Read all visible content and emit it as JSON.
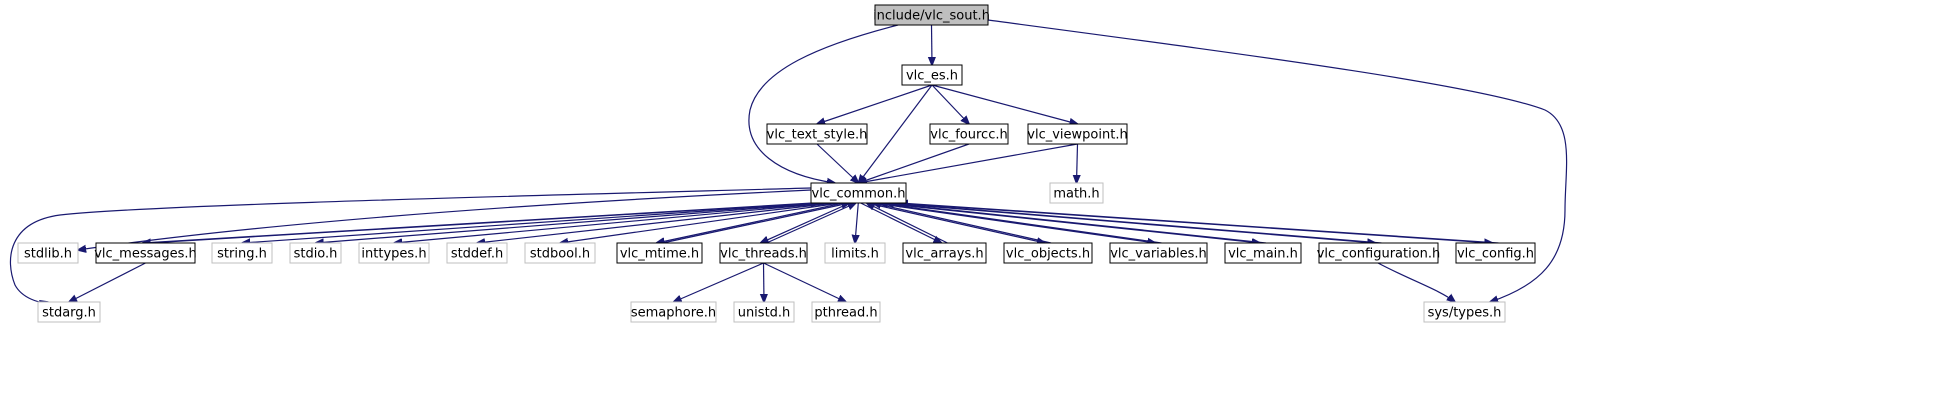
{
  "graph": {
    "nodes": [
      {
        "id": "root",
        "label": "include/vlc_sout.h",
        "kind": "root"
      },
      {
        "id": "es",
        "label": "vlc_es.h",
        "kind": "local"
      },
      {
        "id": "text_style",
        "label": "vlc_text_style.h",
        "kind": "local"
      },
      {
        "id": "fourcc",
        "label": "vlc_fourcc.h",
        "kind": "local"
      },
      {
        "id": "viewpoint",
        "label": "vlc_viewpoint.h",
        "kind": "local"
      },
      {
        "id": "math",
        "label": "math.h",
        "kind": "external"
      },
      {
        "id": "common",
        "label": "vlc_common.h",
        "kind": "local"
      },
      {
        "id": "stdlib",
        "label": "stdlib.h",
        "kind": "external"
      },
      {
        "id": "messages",
        "label": "vlc_messages.h",
        "kind": "local"
      },
      {
        "id": "string",
        "label": "string.h",
        "kind": "external"
      },
      {
        "id": "stdio",
        "label": "stdio.h",
        "kind": "external"
      },
      {
        "id": "inttypes",
        "label": "inttypes.h",
        "kind": "external"
      },
      {
        "id": "stddef",
        "label": "stddef.h",
        "kind": "external"
      },
      {
        "id": "stdbool",
        "label": "stdbool.h",
        "kind": "external"
      },
      {
        "id": "mtime",
        "label": "vlc_mtime.h",
        "kind": "local"
      },
      {
        "id": "threads",
        "label": "vlc_threads.h",
        "kind": "local"
      },
      {
        "id": "limits",
        "label": "limits.h",
        "kind": "external"
      },
      {
        "id": "arrays",
        "label": "vlc_arrays.h",
        "kind": "local"
      },
      {
        "id": "objects",
        "label": "vlc_objects.h",
        "kind": "local"
      },
      {
        "id": "variables",
        "label": "vlc_variables.h",
        "kind": "local"
      },
      {
        "id": "main",
        "label": "vlc_main.h",
        "kind": "local"
      },
      {
        "id": "configuration",
        "label": "vlc_configuration.h",
        "kind": "local"
      },
      {
        "id": "config",
        "label": "vlc_config.h",
        "kind": "local"
      },
      {
        "id": "stdarg",
        "label": "stdarg.h",
        "kind": "external"
      },
      {
        "id": "semaphore",
        "label": "semaphore.h",
        "kind": "external"
      },
      {
        "id": "unistd",
        "label": "unistd.h",
        "kind": "external"
      },
      {
        "id": "pthread",
        "label": "pthread.h",
        "kind": "external"
      },
      {
        "id": "systypes",
        "label": "sys/types.h",
        "kind": "external"
      }
    ],
    "edges": [
      [
        "root",
        "es"
      ],
      [
        "root",
        "common"
      ],
      [
        "root",
        "systypes"
      ],
      [
        "es",
        "text_style"
      ],
      [
        "es",
        "common"
      ],
      [
        "es",
        "fourcc"
      ],
      [
        "es",
        "viewpoint"
      ],
      [
        "text_style",
        "common"
      ],
      [
        "fourcc",
        "common"
      ],
      [
        "viewpoint",
        "common"
      ],
      [
        "viewpoint",
        "math"
      ],
      [
        "common",
        "stdlib"
      ],
      [
        "common",
        "messages"
      ],
      [
        "common",
        "string"
      ],
      [
        "common",
        "stdio"
      ],
      [
        "common",
        "inttypes"
      ],
      [
        "common",
        "stddef"
      ],
      [
        "common",
        "stdbool"
      ],
      [
        "common",
        "mtime"
      ],
      [
        "common",
        "threads"
      ],
      [
        "common",
        "limits"
      ],
      [
        "common",
        "arrays"
      ],
      [
        "common",
        "objects"
      ],
      [
        "common",
        "variables"
      ],
      [
        "common",
        "main"
      ],
      [
        "common",
        "configuration"
      ],
      [
        "common",
        "config"
      ],
      [
        "common",
        "stdarg"
      ],
      [
        "messages",
        "common"
      ],
      [
        "mtime",
        "common"
      ],
      [
        "threads",
        "common"
      ],
      [
        "arrays",
        "common"
      ],
      [
        "objects",
        "common"
      ],
      [
        "variables",
        "common"
      ],
      [
        "main",
        "common"
      ],
      [
        "configuration",
        "common"
      ],
      [
        "config",
        "common"
      ],
      [
        "messages",
        "stdarg"
      ],
      [
        "threads",
        "semaphore"
      ],
      [
        "threads",
        "unistd"
      ],
      [
        "threads",
        "pthread"
      ],
      [
        "configuration",
        "systypes"
      ]
    ]
  },
  "colors": {
    "edge": "#191970",
    "local_border": "#000000",
    "external_border": "#bfbfbf",
    "root_fill": "#bfbfbf",
    "text": "#000000"
  }
}
